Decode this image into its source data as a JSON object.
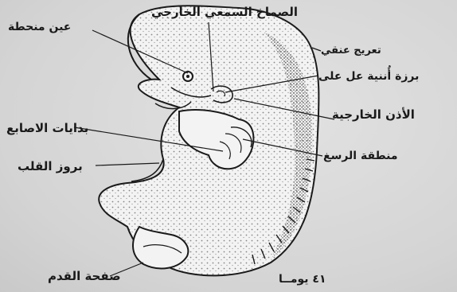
{
  "labels": {
    "optic_region": "عين منحطة",
    "external_auditory_meatus": "الصماخ السمعي الخارجي",
    "cervical_flexure": "تعريج عنقي",
    "auricular_hillock": "برزة أُننية عل على",
    "external_ear": "الأذن الخارجية",
    "digit_primordia": "بدايات الاصابع",
    "heart_prominence": "بروز القلب",
    "wrist_region": "منطقة الرسغ",
    "foot_plate": "صفحة القدم",
    "age": "٤١ يومــا"
  },
  "colors": {
    "ink": "#1a1a1a",
    "background": "#d9d9d9"
  }
}
